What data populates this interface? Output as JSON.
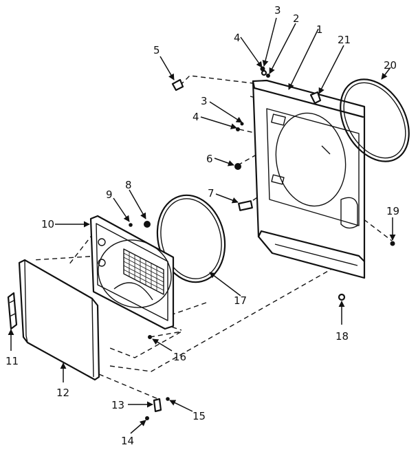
{
  "callouts": [
    {
      "id": "1",
      "text": "1"
    },
    {
      "id": "2",
      "text": "2"
    },
    {
      "id": "3a",
      "text": "3"
    },
    {
      "id": "4a",
      "text": "4"
    },
    {
      "id": "5",
      "text": "5"
    },
    {
      "id": "21",
      "text": "21"
    },
    {
      "id": "20",
      "text": "20"
    },
    {
      "id": "3b",
      "text": "3"
    },
    {
      "id": "4b",
      "text": "4"
    },
    {
      "id": "6",
      "text": "6"
    },
    {
      "id": "7",
      "text": "7"
    },
    {
      "id": "8",
      "text": "8"
    },
    {
      "id": "9",
      "text": "9"
    },
    {
      "id": "10",
      "text": "10"
    },
    {
      "id": "19",
      "text": "19"
    },
    {
      "id": "17",
      "text": "17"
    },
    {
      "id": "18",
      "text": "18"
    },
    {
      "id": "16",
      "text": "16"
    },
    {
      "id": "11",
      "text": "11"
    },
    {
      "id": "12",
      "text": "12"
    },
    {
      "id": "13",
      "text": "13"
    },
    {
      "id": "15",
      "text": "15"
    },
    {
      "id": "14",
      "text": "14"
    }
  ]
}
